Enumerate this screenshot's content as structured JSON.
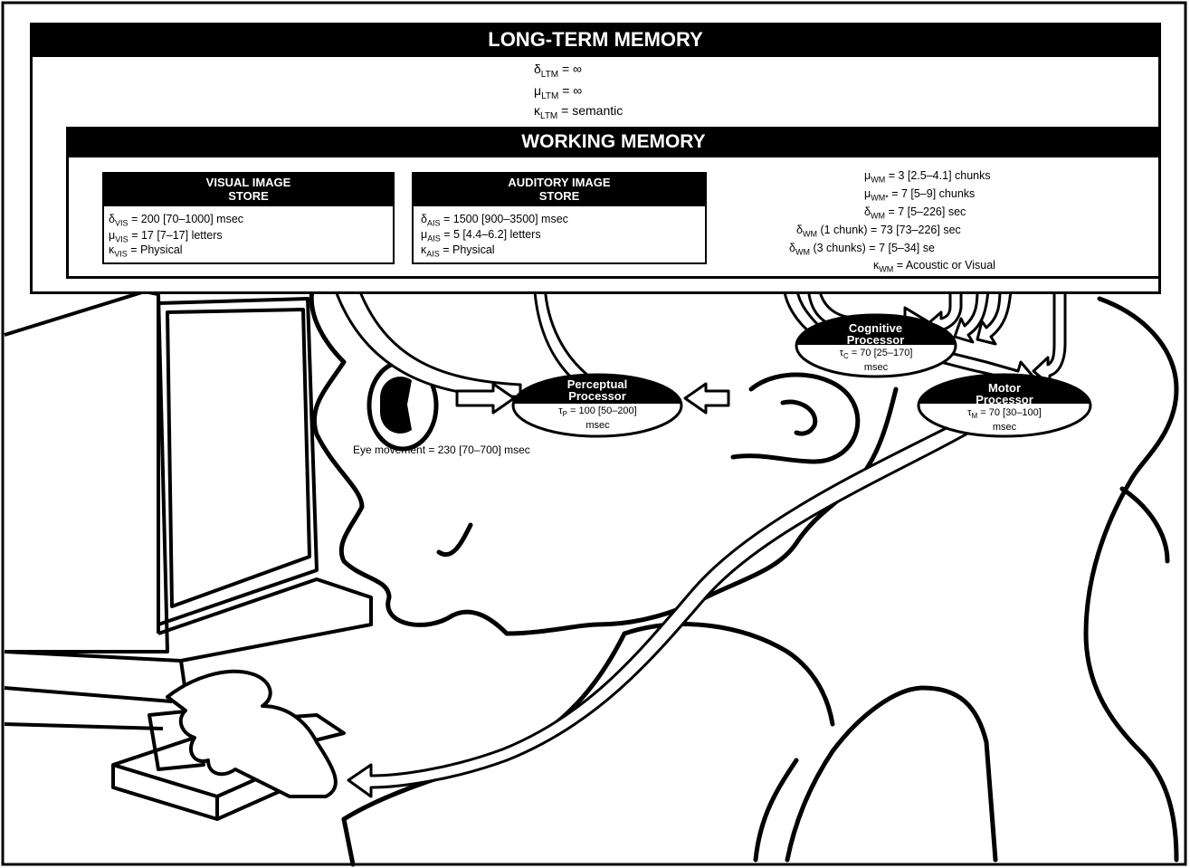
{
  "ltm": {
    "title": "LONG-TERM MEMORY",
    "delta": "δ",
    "delta_sub": "LTM",
    "delta_val": "= ∞",
    "mu": "μ",
    "mu_sub": "LTM",
    "mu_val": "= ∞",
    "kappa": "κ",
    "kappa_sub": "LTM",
    "kappa_val": "= semantic"
  },
  "wm": {
    "title": "WORKING MEMORY",
    "params": [
      {
        "sym": "μ",
        "sub": "WM",
        "val": "=    3  [2.5–4.1]  chunks"
      },
      {
        "sym": "μ",
        "sub": "WM*",
        "val": "=    7  [5–9]  chunks"
      },
      {
        "sym": "δ",
        "sub": "WM",
        "val": "=    7  [5–226]  sec"
      },
      {
        "sym": "δ",
        "sub": "WM",
        "extra": "(1 chunk)",
        "val": "=  73  [73–226]  sec"
      },
      {
        "sym": "δ",
        "sub": "WM",
        "extra": "(3 chunks)",
        "val": "=    7  [5–34]  se"
      },
      {
        "sym": "κ",
        "sub": "WM",
        "val": "=  Acoustic or Visual"
      }
    ]
  },
  "vis": {
    "title_line1": "VISUAL IMAGE",
    "title_line2": "STORE",
    "rows": [
      {
        "sym": "δ",
        "sub": "VIS",
        "val": "= 200 [70–1000]  msec"
      },
      {
        "sym": "μ",
        "sub": "VIS",
        "val": "= 17  [7–17]  letters"
      },
      {
        "sym": "κ",
        "sub": "VIS",
        "val": "=  Physical"
      }
    ]
  },
  "ais": {
    "title_line1": "AUDITORY IMAGE",
    "title_line2": "STORE",
    "rows": [
      {
        "sym": "δ",
        "sub": "AIS",
        "val": "= 1500  [900–3500]  msec"
      },
      {
        "sym": "μ",
        "sub": "AIS",
        "val": "= 5  [4.4–6.2]  letters"
      },
      {
        "sym": "κ",
        "sub": "AIS",
        "val": "=  Physical"
      }
    ]
  },
  "perceptual": {
    "line1": "Perceptual",
    "line2": "Processor",
    "tau": "τ",
    "tau_sub": "P",
    "val": "= 100 [50–200]",
    "unit": "msec"
  },
  "cognitive": {
    "line1": "Cognitive",
    "line2": "Processor",
    "tau": "τ",
    "tau_sub": "C",
    "val": "= 70  [25–170]",
    "unit": "msec"
  },
  "motor": {
    "line1": "Motor",
    "line2": "Processor",
    "tau": "τ",
    "tau_sub": "M",
    "val": "= 70  [30–100]",
    "unit": "msec"
  },
  "eye": {
    "text": "Eye movement =  230  [70–700]  msec"
  }
}
